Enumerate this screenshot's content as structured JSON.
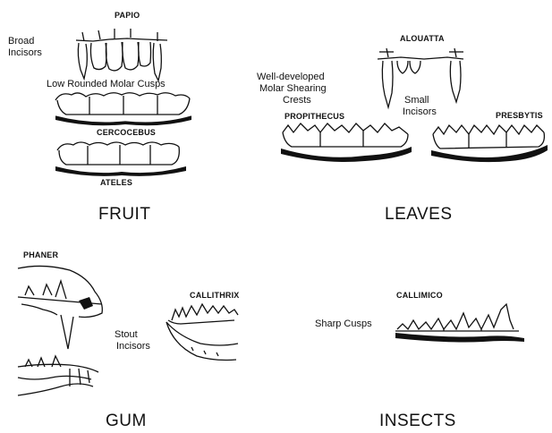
{
  "panels": {
    "fruit": {
      "category": "FRUIT",
      "genera": {
        "papio": "PAPIO",
        "cercocebus": "CERCOCEBUS",
        "ateles": "ATELES"
      },
      "labels": {
        "broad_incisors_1": "Broad",
        "broad_incisors_2": "Incisors",
        "molar_cusps": "Low Rounded Molar Cusps"
      }
    },
    "leaves": {
      "category": "LEAVES",
      "genera": {
        "alouatta": "ALOUATTA",
        "propithecus": "PROPITHECUS",
        "presbytis": "PRESBYTIS"
      },
      "labels": {
        "shearing_1": "Well-developed",
        "shearing_2": "Molar Shearing",
        "shearing_3": "Crests",
        "small_incisors_1": "Small",
        "small_incisors_2": "Incisors"
      }
    },
    "gum": {
      "category": "GUM",
      "genera": {
        "phaner": "PHANER",
        "callithrix": "CALLITHRIX"
      },
      "labels": {
        "stout_1": "Stout",
        "stout_2": "Incisors"
      }
    },
    "insects": {
      "category": "INSECTS",
      "genera": {
        "callimico": "CALLIMICO"
      },
      "labels": {
        "sharp_cusps": "Sharp Cusps"
      }
    }
  }
}
